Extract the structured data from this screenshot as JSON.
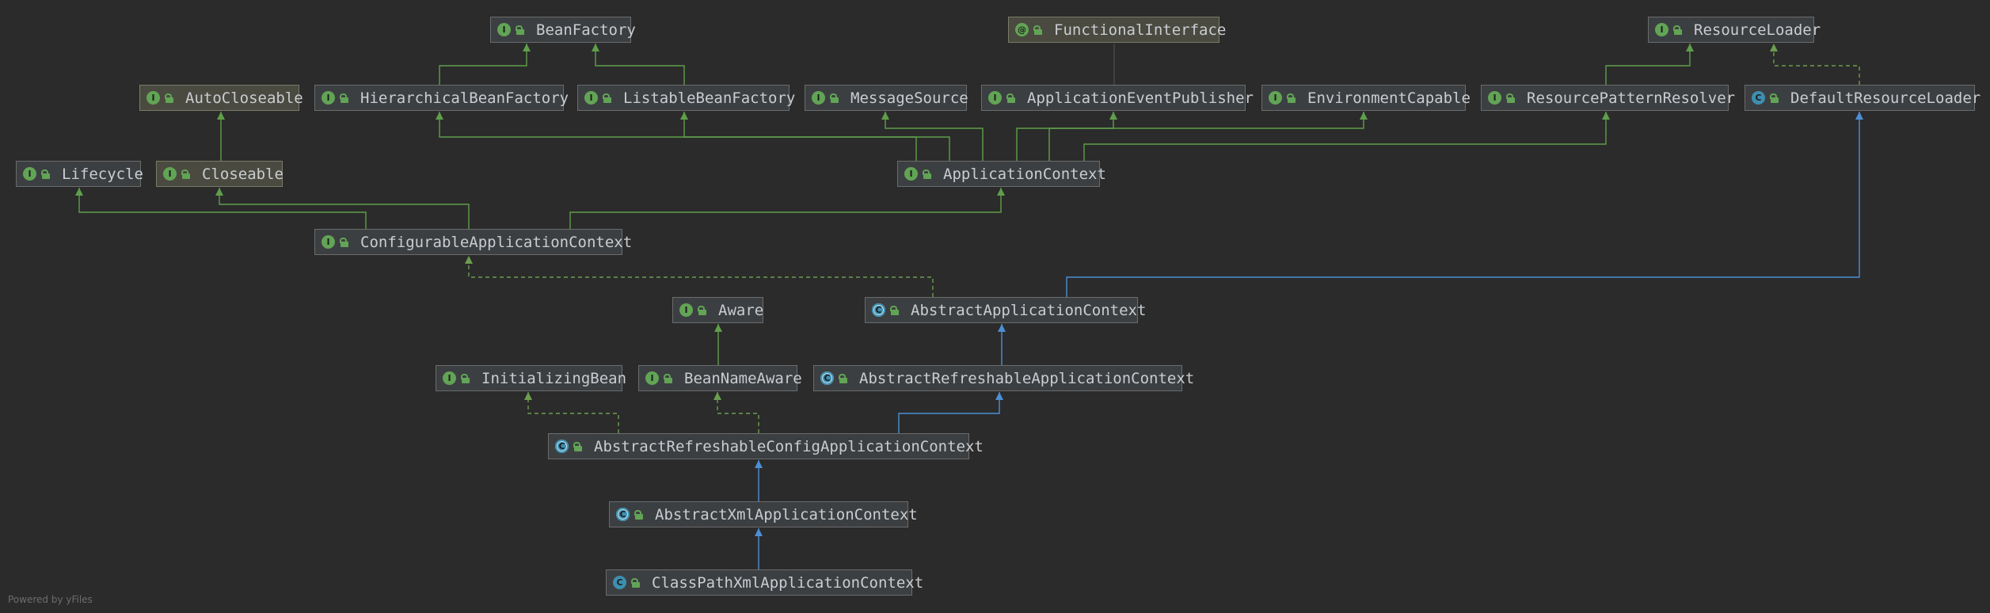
{
  "diagram": {
    "footer": "Powered by yFiles",
    "colors": {
      "background": "#2b2b2b",
      "extends_interface": "#5f9e4a",
      "extends_class": "#4c8fd6",
      "implements": "#6d9d4f"
    },
    "nodes": {
      "bean_factory": {
        "label": "BeanFactory",
        "kind": "interface"
      },
      "functional_interface": {
        "label": "FunctionalInterface",
        "kind": "annotation"
      },
      "resource_loader": {
        "label": "ResourceLoader",
        "kind": "interface"
      },
      "auto_closeable": {
        "label": "AutoCloseable",
        "kind": "interface"
      },
      "hierarchical_bean_factory": {
        "label": "HierarchicalBeanFactory",
        "kind": "interface"
      },
      "listable_bean_factory": {
        "label": "ListableBeanFactory",
        "kind": "interface"
      },
      "message_source": {
        "label": "MessageSource",
        "kind": "interface"
      },
      "application_event_publisher": {
        "label": "ApplicationEventPublisher",
        "kind": "interface"
      },
      "environment_capable": {
        "label": "EnvironmentCapable",
        "kind": "interface"
      },
      "resource_pattern_resolver": {
        "label": "ResourcePatternResolver",
        "kind": "interface"
      },
      "default_resource_loader": {
        "label": "DefaultResourceLoader",
        "kind": "class"
      },
      "lifecycle": {
        "label": "Lifecycle",
        "kind": "interface"
      },
      "closeable": {
        "label": "Closeable",
        "kind": "interface"
      },
      "application_context": {
        "label": "ApplicationContext",
        "kind": "interface"
      },
      "configurable_application_context": {
        "label": "ConfigurableApplicationContext",
        "kind": "interface"
      },
      "aware": {
        "label": "Aware",
        "kind": "interface"
      },
      "abstract_application_context": {
        "label": "AbstractApplicationContext",
        "kind": "abstract"
      },
      "initializing_bean": {
        "label": "InitializingBean",
        "kind": "interface"
      },
      "bean_name_aware": {
        "label": "BeanNameAware",
        "kind": "interface"
      },
      "abstract_refreshable_application_context": {
        "label": "AbstractRefreshableApplicationContext",
        "kind": "abstract"
      },
      "abstract_refreshable_config_application_context": {
        "label": "AbstractRefreshableConfigApplicationContext",
        "kind": "abstract"
      },
      "abstract_xml_application_context": {
        "label": "AbstractXmlApplicationContext",
        "kind": "abstract"
      },
      "class_path_xml_application_context": {
        "label": "ClassPathXmlApplicationContext",
        "kind": "class"
      }
    },
    "badges": {
      "interface": "I",
      "annotation": "@",
      "abstract": "C",
      "class": "C"
    }
  }
}
